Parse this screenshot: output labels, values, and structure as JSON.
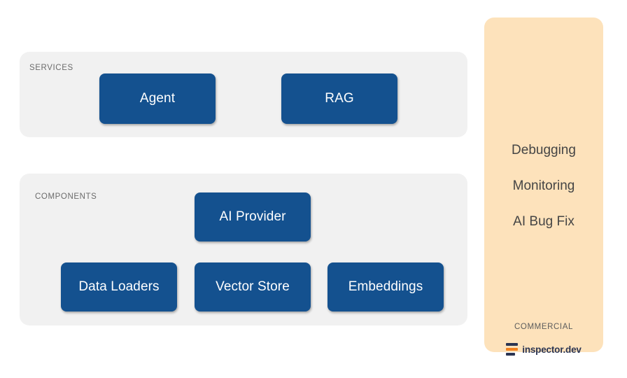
{
  "diagram": {
    "groups": [
      {
        "id": "services",
        "label": "SERVICES",
        "nodes": [
          {
            "id": "agent",
            "label": "Agent"
          },
          {
            "id": "rag",
            "label": "RAG"
          }
        ]
      },
      {
        "id": "components",
        "label": "COMPONENTS",
        "nodes": [
          {
            "id": "ai-provider",
            "label": "AI Provider"
          },
          {
            "id": "data-loaders",
            "label": "Data Loaders"
          },
          {
            "id": "vector-store",
            "label": "Vector Store"
          },
          {
            "id": "embeddings",
            "label": "Embeddings"
          }
        ]
      }
    ],
    "commercial": {
      "label": "COMMERCIAL",
      "features": [
        {
          "label": "Debugging"
        },
        {
          "label": "Monitoring"
        },
        {
          "label": "AI Bug Fix"
        }
      ],
      "brand": {
        "name": "inspector.dev",
        "logo_icon": "stacked-bars-logo-icon"
      }
    },
    "colors": {
      "node_blue": "#14518f",
      "group_gray": "#f1f1f1",
      "commercial_orange": "#fde2bb",
      "brand_navy": "#2b3553",
      "brand_orange": "#f2821f",
      "label_gray": "#6b6b6b",
      "background": "#ffffff"
    }
  }
}
